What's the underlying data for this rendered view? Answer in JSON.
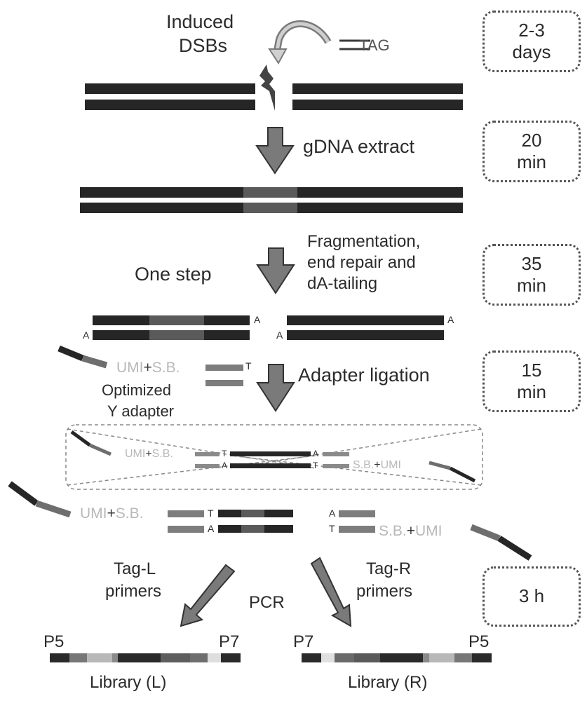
{
  "step1": {
    "label_line1": "Induced",
    "label_line2": "DSBs",
    "tag_label": "TAG",
    "time_line1": "2-3",
    "time_line2": "days"
  },
  "step2": {
    "label": "gDNA  extract",
    "time_line1": "20",
    "time_line2": "min"
  },
  "step3": {
    "left_label": "One step",
    "right_line1": "Fragmentation,",
    "right_line2": "end repair and",
    "right_line3": "dA-tailing",
    "time_line1": "35",
    "time_line2": "min",
    "tail_base": "A"
  },
  "step4": {
    "adapter_umi": "UMI",
    "adapter_plus": "+",
    "adapter_sb": "S.B.",
    "adapter_overhang": "T",
    "adapter_name_line1": "Optimized",
    "adapter_name_line2": "Y adapter",
    "label": "Adapter ligation",
    "time_line1": "15",
    "time_line2": "min"
  },
  "ligation_inset": {
    "left_umi": "UMI",
    "left_plus": "+",
    "left_sb": "S.B.",
    "right_sb": "S.B.",
    "right_plus": "+",
    "right_umi": "UMI",
    "top_left_base": "T",
    "top_right_base": "A",
    "bottom_left_base": "A",
    "bottom_right_base": "T"
  },
  "ligated_product": {
    "left_umi": "UMI",
    "left_plus": "+",
    "left_sb": "S.B.",
    "right_sb": "S.B.",
    "right_plus": "+",
    "right_umi": "UMI",
    "top_left_base": "T",
    "top_right_base": "A",
    "bottom_left_base": "A",
    "bottom_right_base": "T"
  },
  "step5": {
    "left_primer_line1": "Tag-L",
    "left_primer_line2": "primers",
    "center_label": "PCR",
    "right_primer_line1": "Tag-R",
    "right_primer_line2": "primers",
    "time_label": "3 h"
  },
  "libraries": {
    "left": {
      "start_label": "P5",
      "end_label": "P7",
      "name": "Library (L)",
      "segments": [
        "#2a2a2a",
        "#777777",
        "#b8b8b8",
        "#8a8a8a",
        "#2a2a2a",
        "#5e5e5e",
        "#6e6e6e",
        "#dedede",
        "#2a2a2a"
      ]
    },
    "right": {
      "start_label": "P7",
      "end_label": "P5",
      "name": "Library (R)",
      "segments": [
        "#2a2a2a",
        "#e0e0e0",
        "#6a6a6a",
        "#5a5a5a",
        "#2a2a2a",
        "#8a8a8a",
        "#b8b8b8",
        "#777777",
        "#2a2a2a"
      ]
    }
  },
  "colors": {
    "dna_dark": "#262626",
    "dna_insert": "#5a5a5a",
    "adapter": "#7d7d7d",
    "arrow_fill": "#7a7a7a",
    "label_light": "#b8b8b8"
  }
}
